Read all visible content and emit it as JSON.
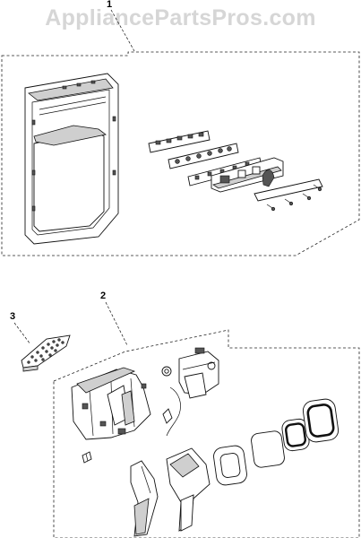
{
  "watermark": "AppliancePartsPros.com",
  "callouts": {
    "item_1": "1",
    "item_2": "2",
    "item_3": "3"
  }
}
